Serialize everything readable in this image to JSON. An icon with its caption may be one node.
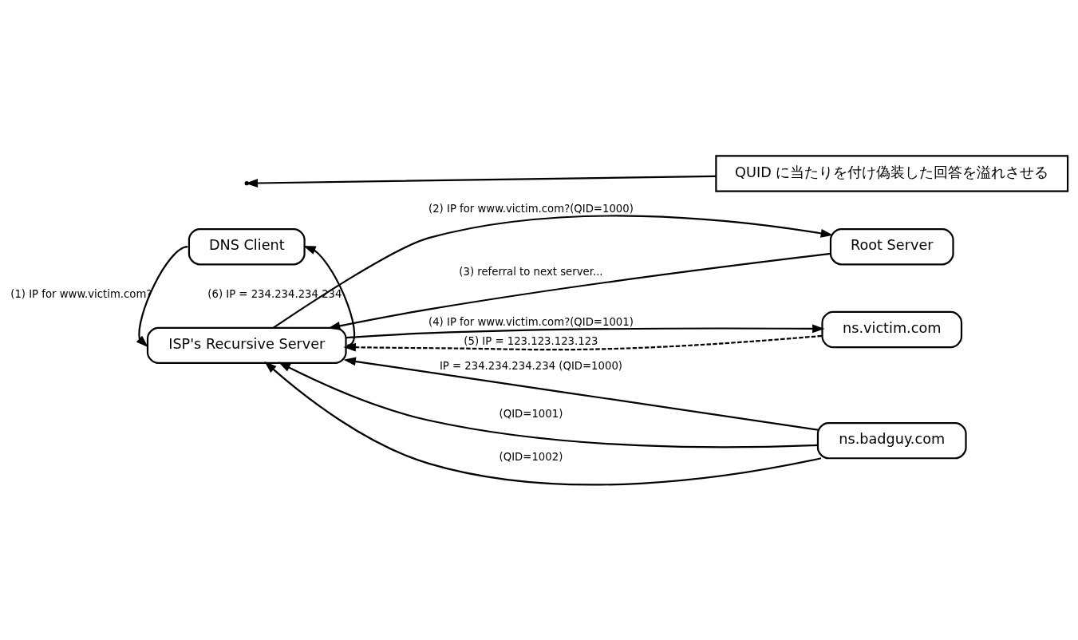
{
  "diagram": {
    "nodes": [
      {
        "text": [
          "Root Server"
        ]
      },
      {
        "text": [
          "ns.victim.com"
        ]
      },
      {
        "text": [
          "ISP's Recursive Server"
        ]
      },
      {
        "text": [
          "ns.badguy.com"
        ]
      },
      {
        "text": [
          "DNS Client"
        ]
      },
      {
        "text": [
          "QUID に当たりを付け偽装した回答を溢れさせる"
        ]
      }
    ],
    "edges": [
      {
        "from": 2,
        "to": 0,
        "arrow": "to",
        "label": "(2) IP for www.victim.com?(QID=1000)"
      },
      {
        "from": 0,
        "to": 2,
        "arrow": "to",
        "label": "(3) referral to next server..."
      },
      {
        "from": 2,
        "to": 1,
        "arrow": "to",
        "label": "(4) IP for www.victim.com?(QID=1001)"
      },
      {
        "from": 1,
        "to": 2,
        "arrow": "to",
        "label": "(5) IP = 123.123.123.123",
        "style": "dashed"
      },
      {
        "from": 3,
        "to": 2,
        "arrow": "to",
        "label": "IP = 234.234.234.234 (QID=1000)"
      },
      {
        "from": 3,
        "to": 2,
        "arrow": "to",
        "label": "(QID=1001)"
      },
      {
        "from": 3,
        "to": 2,
        "arrow": "to",
        "label": "(QID=1002)"
      },
      {
        "from": 4,
        "to": 2,
        "arrow": "to",
        "label": "(1) IP for www.victim.com?"
      },
      {
        "from": 2,
        "to": 4,
        "arrow": "to",
        "label": "(6) IP = 234.234.234.234"
      },
      {
        "from": 5,
        "to": null,
        "arrow": "to"
      }
    ]
  }
}
